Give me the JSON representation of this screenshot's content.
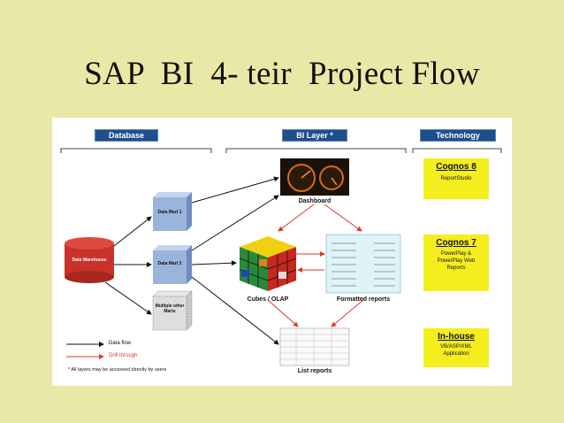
{
  "title": "SAP  BI  4- teir  Project Flow",
  "headers": {
    "database": "Database",
    "bi_layer": "BI Layer *",
    "technology": "Technology"
  },
  "nodes": {
    "data_warehouse": "Data Warehouse",
    "data_mart_1": "Data Mart 1",
    "data_mart_2": "Data Mart 2",
    "other_marts": "Multiple other Marts",
    "dashboard": "Dashboard",
    "cubes_olap": "Cubes / OLAP",
    "formatted_reports": "Formatted reports",
    "list_reports": "List reports"
  },
  "technology": [
    {
      "name": "Cognos 8",
      "desc": "ReportStudio"
    },
    {
      "name": "Cognos 7",
      "desc": "PowerPlay & PowerPlay Web Reports"
    },
    {
      "name": "In-house",
      "desc": "VB/ASP/XML Application"
    }
  ],
  "legend": {
    "data_flow": "Data flow",
    "drill_through": "Drill through",
    "note": "* All layers may be accessed directly by users"
  },
  "colors": {
    "background": "#e9e8a6",
    "header": "#1f4e8c",
    "tech_box": "#f5ee1e",
    "warehouse": "#c8322a",
    "mart": "#9bb4dc",
    "drill": "#d83a2e"
  }
}
